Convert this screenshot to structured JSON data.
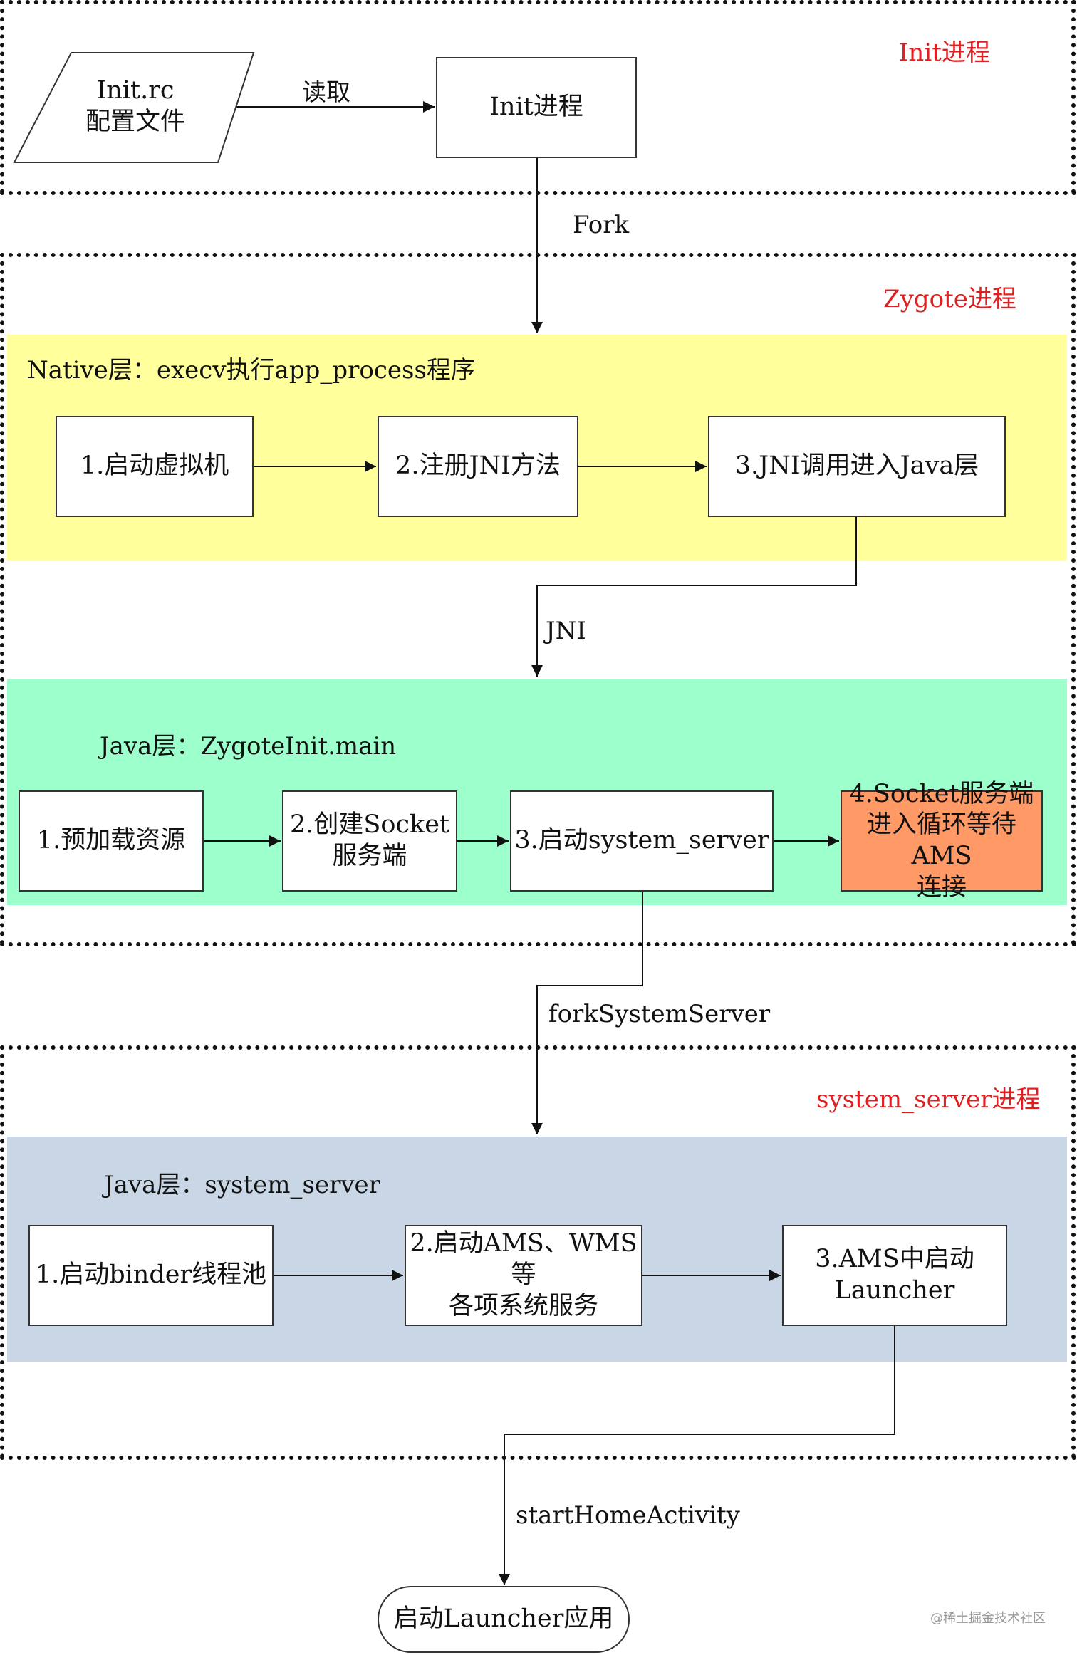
{
  "colors": {
    "native_band": "#ffff9c",
    "java_band": "#9cffcc",
    "system_band": "#c8d6e6",
    "highlight_box": "#ff9966",
    "region_title": "#e02020"
  },
  "regions": {
    "init": {
      "title": "Init进程"
    },
    "zygote": {
      "title": "Zygote进程"
    },
    "system_server": {
      "title": "system_server进程"
    }
  },
  "init": {
    "config_file": "Init.rc\n配置文件",
    "read_label": "读取",
    "init_box": "Init进程",
    "fork_label": "Fork"
  },
  "native_layer": {
    "title": "Native层：execv执行app_process程序",
    "steps": [
      "1.启动虚拟机",
      "2.注册JNI方法",
      "3.JNI调用进入Java层"
    ],
    "jni_label": "JNI"
  },
  "java_layer": {
    "title": "Java层：ZygoteInit.main",
    "steps": [
      "1.预加载资源",
      "2.创建Socket\n服务端",
      "3.启动system_server",
      "4.Socket服务端\n进入循环等待AMS\n连接"
    ],
    "fork_system_server_label": "forkSystemServer"
  },
  "system_layer": {
    "title": "Java层：system_server",
    "steps": [
      "1.启动binder线程池",
      "2.启动AMS、WMS等\n各项系统服务",
      "3.AMS中启动\nLauncher"
    ],
    "start_home_label": "startHomeActivity"
  },
  "final": {
    "label": "启动Launcher应用"
  },
  "watermark": "@稀土掘金技术社区"
}
